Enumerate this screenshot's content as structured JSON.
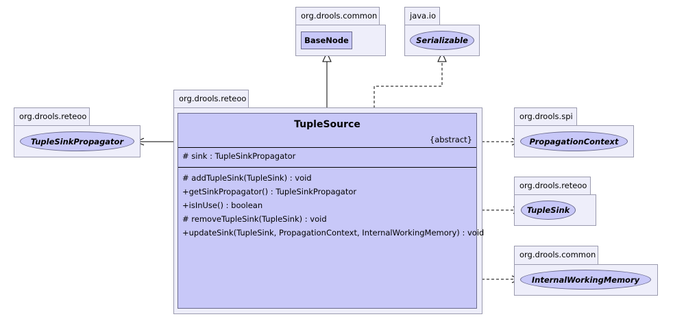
{
  "packages": {
    "common_top": "org.drools.common",
    "java_io": "java.io",
    "reteoo_main": "org.drools.reteoo",
    "reteoo_left": "org.drools.reteoo",
    "spi": "org.drools.spi",
    "reteoo_right": "org.drools.reteoo",
    "common_bottom": "org.drools.common"
  },
  "nodes": {
    "base_node": "BaseNode",
    "serializable": "Serializable",
    "tuple_sink_propagator": "TupleSinkPropagator",
    "propagation_context": "PropagationContext",
    "tuple_sink": "TupleSink",
    "internal_working_memory": "InternalWorkingMemory"
  },
  "class": {
    "name": "TupleSource",
    "stereotype": "{abstract}",
    "attributes": [
      "# sink : TupleSinkPropagator"
    ],
    "operations": [
      "# addTupleSink(TupleSink) : void",
      "+getSinkPropagator() : TupleSinkPropagator",
      "+isInUse() : boolean",
      "# removeTupleSink(TupleSink) : void",
      "+updateSink(TupleSink, PropagationContext, InternalWorkingMemory) : void"
    ]
  }
}
